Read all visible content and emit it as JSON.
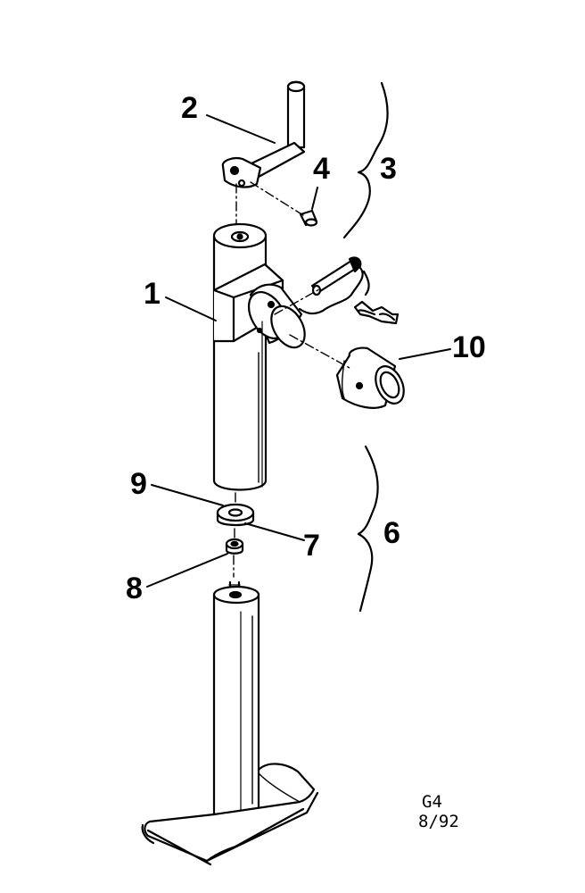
{
  "diagram": {
    "callouts": {
      "c1": "1",
      "c2": "2",
      "c3": "3",
      "c4": "4",
      "c6": "6",
      "c7": "7",
      "c8": "8",
      "c9": "9",
      "c10": "10"
    },
    "drawing_code": "G4",
    "drawing_date": "8/92",
    "colors": {
      "ink": "#000000",
      "paper": "#ffffff"
    }
  }
}
